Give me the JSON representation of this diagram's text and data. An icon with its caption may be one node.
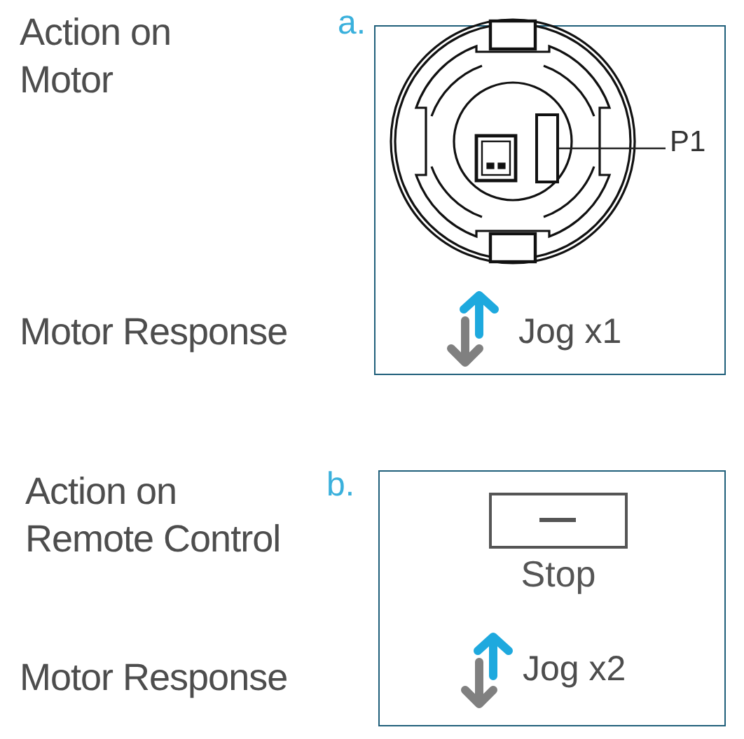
{
  "diagram": {
    "nodes": [
      {
        "text": [
          "a."
        ]
      },
      {
        "text": [
          "P1"
        ],
        "in": 0
      },
      {
        "text": [],
        "shape": "box",
        "in": 0
      },
      {
        "text": [
          "b."
        ]
      },
      {
        "text": [],
        "shape": "box",
        "in": 3,
        "beside": [
          "Stop"
        ]
      }
    ],
    "edges": [
      {
        "from": 1,
        "to": 2,
        "arrow": "none"
      }
    ],
    "labels": [
      "Action on Motor",
      "Motor Response",
      "Jog x1",
      "Action on Remote Control",
      "Motor Response",
      "Jog x2"
    ]
  }
}
